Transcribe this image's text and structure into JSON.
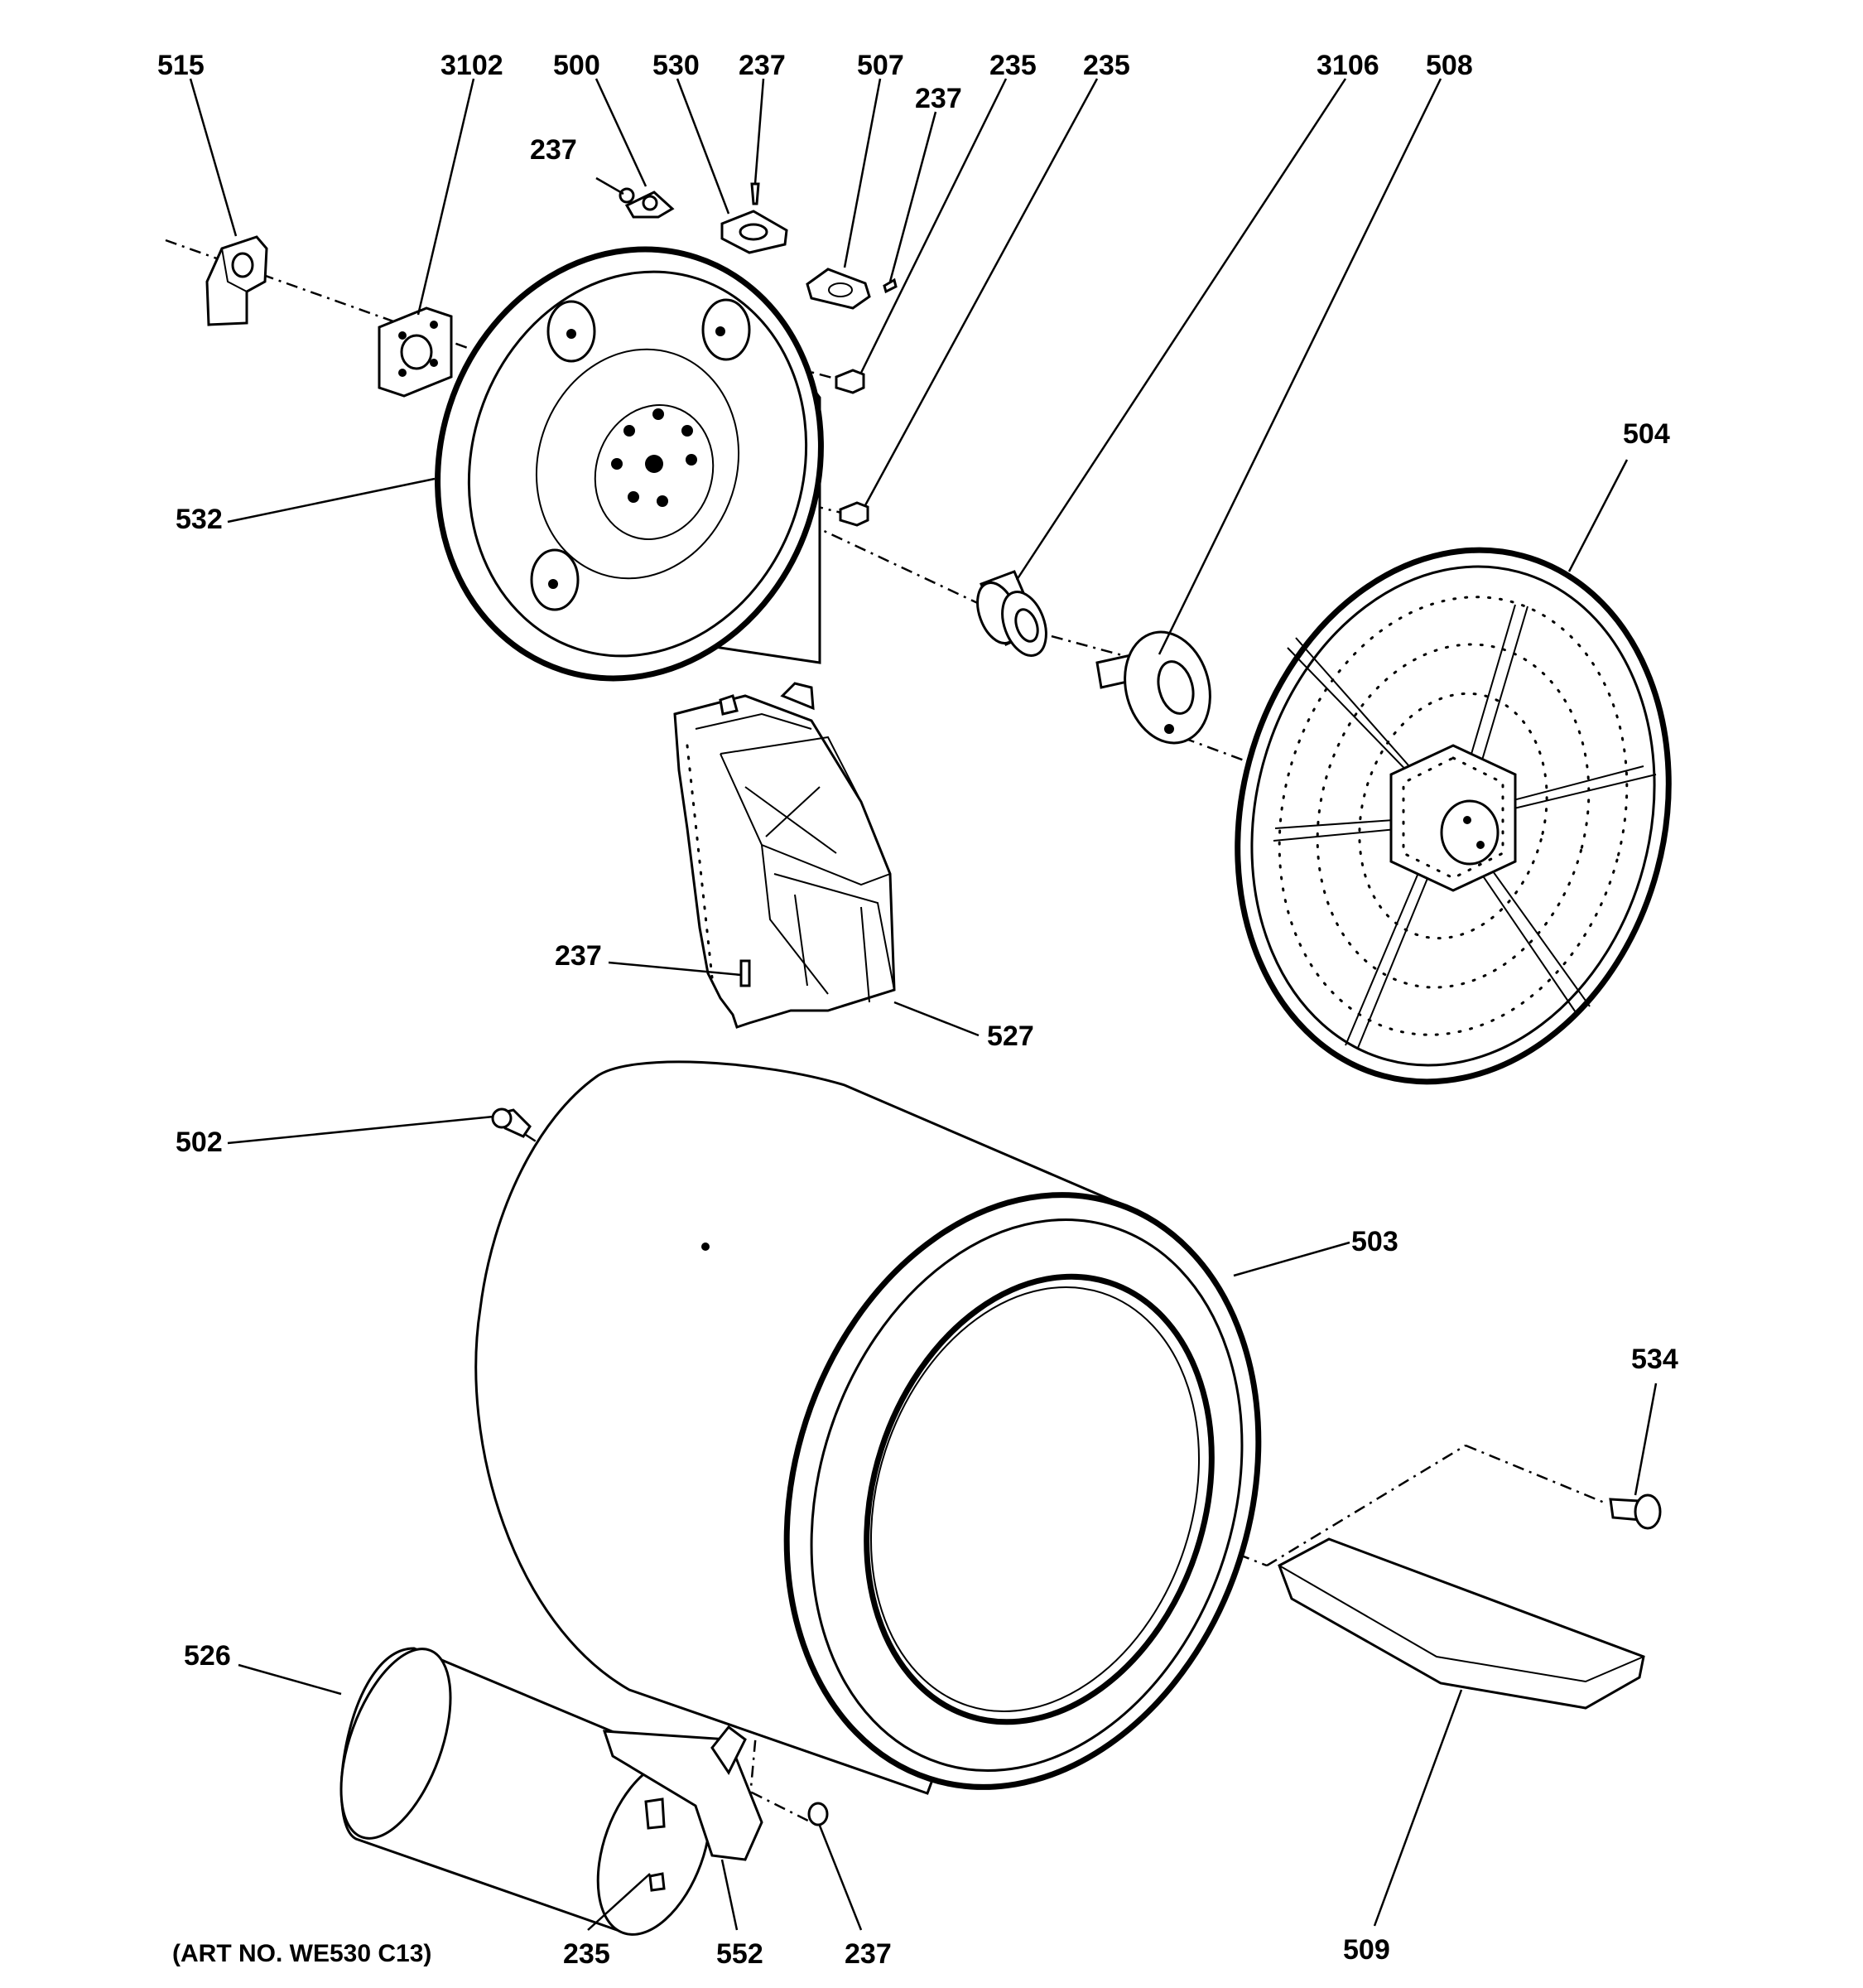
{
  "diagram": {
    "art_number": "(ART NO. WE530 C13)",
    "callouts": {
      "c515": "515",
      "c3102": "3102",
      "c500": "500",
      "c530": "530",
      "c237_top": "237",
      "c507": "507",
      "c237_b": "237",
      "c235_a": "235",
      "c235_b": "235",
      "c3106": "3106",
      "c508": "508",
      "c237_left": "237",
      "c504": "504",
      "c532": "532",
      "c237_duct": "237",
      "c527": "527",
      "c502": "502",
      "c503": "503",
      "c534": "534",
      "c526": "526",
      "c235_bottom": "235",
      "c552": "552",
      "c237_bottom": "237",
      "c509": "509"
    }
  }
}
